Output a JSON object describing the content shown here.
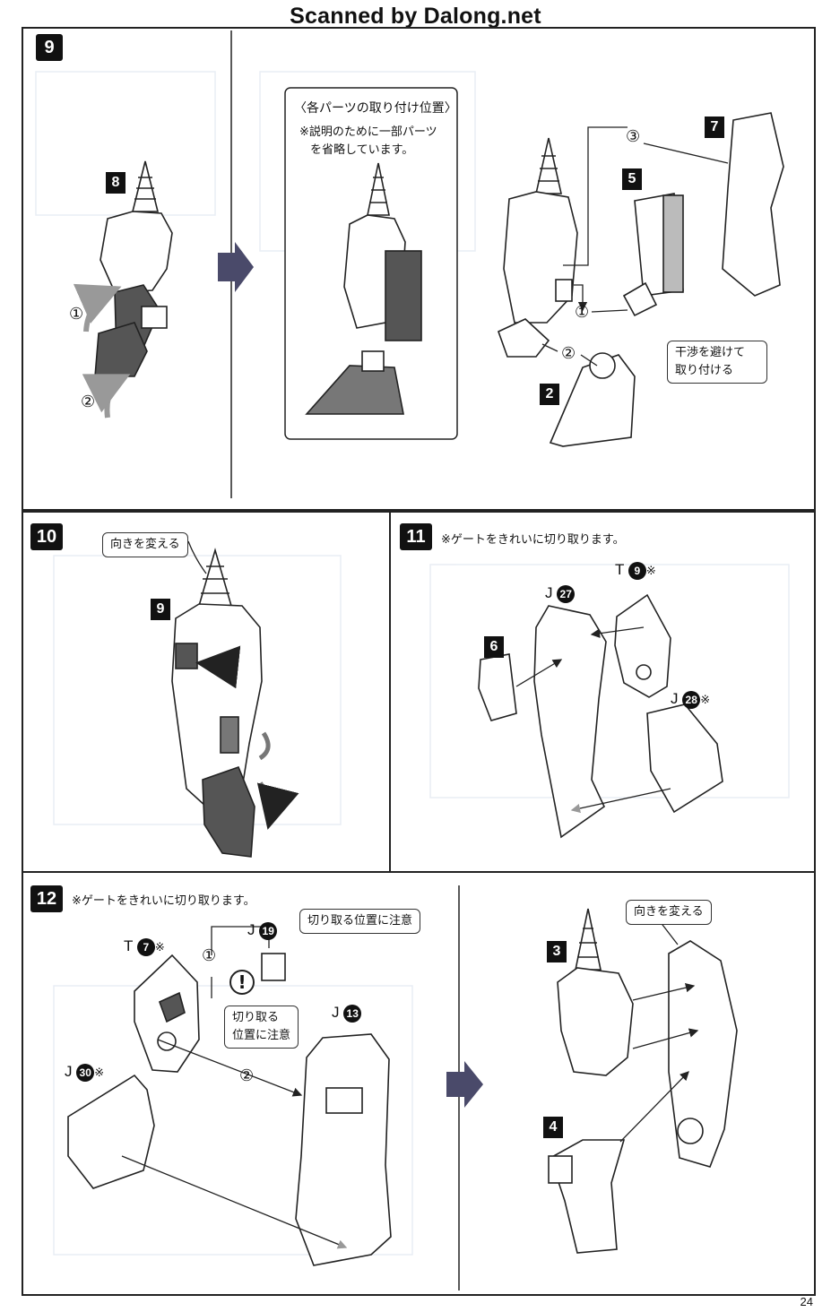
{
  "watermark": "Scanned by Dalong.net",
  "page_number": "24",
  "steps": {
    "s9": {
      "number": "9",
      "subpanel_note_title": "〈各パーツの取り付け位置〉",
      "subpanel_note_body_1": "※説明のために一部パーツ",
      "subpanel_note_body_2": "を省略しています。",
      "parts": [
        "8",
        "7",
        "5",
        "2"
      ],
      "callout_1": "干渉を避けて",
      "callout_2": "取り付ける",
      "order_marks": [
        "①",
        "②",
        "③"
      ]
    },
    "s10": {
      "number": "10",
      "callout": "向きを変える",
      "part": "9"
    },
    "s11": {
      "number": "11",
      "note": "※ゲートをきれいに切り取ります。",
      "part": "6",
      "runners": [
        {
          "letter": "T",
          "num": "9",
          "mark": "※"
        },
        {
          "letter": "J",
          "num": "27",
          "mark": ""
        },
        {
          "letter": "J",
          "num": "28",
          "mark": "※"
        }
      ]
    },
    "s12": {
      "number": "12",
      "note": "※ゲートをきれいに切り取ります。",
      "callout_cut": "切り取る位置に注意",
      "callout_cut2_1": "切り取る",
      "callout_cut2_2": "位置に注意",
      "callout_turn": "向きを変える",
      "warning_symbol": "!",
      "parts": [
        "3",
        "4"
      ],
      "runners": [
        {
          "letter": "T",
          "num": "7",
          "mark": "※"
        },
        {
          "letter": "J",
          "num": "19",
          "mark": ""
        },
        {
          "letter": "J",
          "num": "13",
          "mark": ""
        },
        {
          "letter": "J",
          "num": "30",
          "mark": "※"
        }
      ]
    }
  }
}
